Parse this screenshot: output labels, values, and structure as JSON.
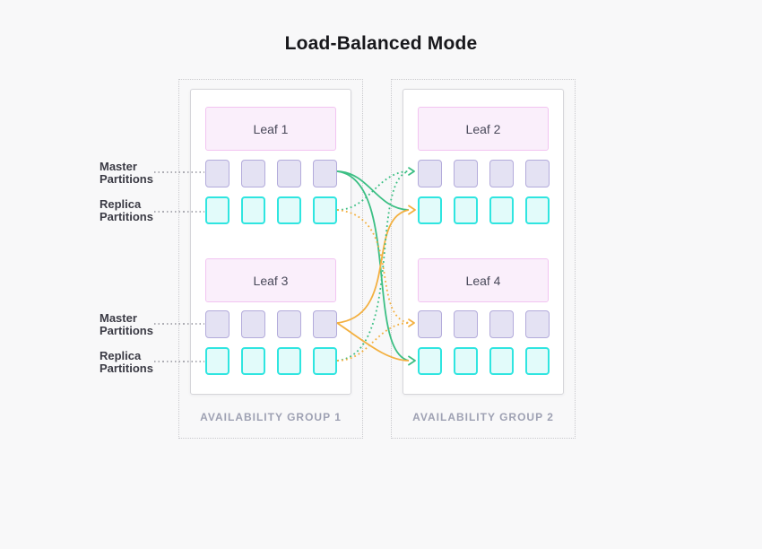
{
  "title": "Load-Balanced Mode",
  "colors": {
    "green": "#3cbf84",
    "orange": "#f3b040",
    "master_fill": "#e4e2f3",
    "master_border": "#b3abdb",
    "replica_fill": "#e2fbfa",
    "replica_border": "#2fe5e0",
    "leaf_fill": "#faeffb",
    "leaf_border": "#f2c4f1"
  },
  "groups": [
    {
      "label": "AVAILABILITY GROUP 1",
      "leaves": [
        {
          "name": "Leaf 1",
          "masters": 4,
          "replicas": 4
        },
        {
          "name": "Leaf 3",
          "masters": 4,
          "replicas": 4
        }
      ]
    },
    {
      "label": "AVAILABILITY GROUP 2",
      "leaves": [
        {
          "name": "Leaf 2",
          "masters": 4,
          "replicas": 4
        },
        {
          "name": "Leaf 4",
          "masters": 4,
          "replicas": 4
        }
      ]
    }
  ],
  "side_labels": [
    {
      "text": "Master\nPartitions"
    },
    {
      "text": "Replica\nPartitions"
    },
    {
      "text": "Master\nPartitions"
    },
    {
      "text": "Replica\nPartitions"
    }
  ],
  "connections": [
    {
      "from": "leaf1-master",
      "to": "leaf2-replica",
      "style": "solid",
      "color": "green",
      "arrow": false
    },
    {
      "from": "leaf1-master",
      "to": "leaf4-replica",
      "style": "solid",
      "color": "green",
      "arrow": true
    },
    {
      "from": "leaf3-master",
      "to": "leaf2-replica",
      "style": "solid",
      "color": "orange",
      "arrow": true
    },
    {
      "from": "leaf3-master",
      "to": "leaf4-replica",
      "style": "solid",
      "color": "orange",
      "arrow": false
    },
    {
      "from": "leaf1-replica",
      "to": "leaf2-master",
      "style": "dotted",
      "color": "green",
      "arrow": true
    },
    {
      "from": "leaf3-replica",
      "to": "leaf2-master",
      "style": "dotted",
      "color": "green",
      "arrow": false
    },
    {
      "from": "leaf1-replica",
      "to": "leaf4-master",
      "style": "dotted",
      "color": "orange",
      "arrow": false
    },
    {
      "from": "leaf3-replica",
      "to": "leaf4-master",
      "style": "dotted",
      "color": "orange",
      "arrow": true
    }
  ]
}
